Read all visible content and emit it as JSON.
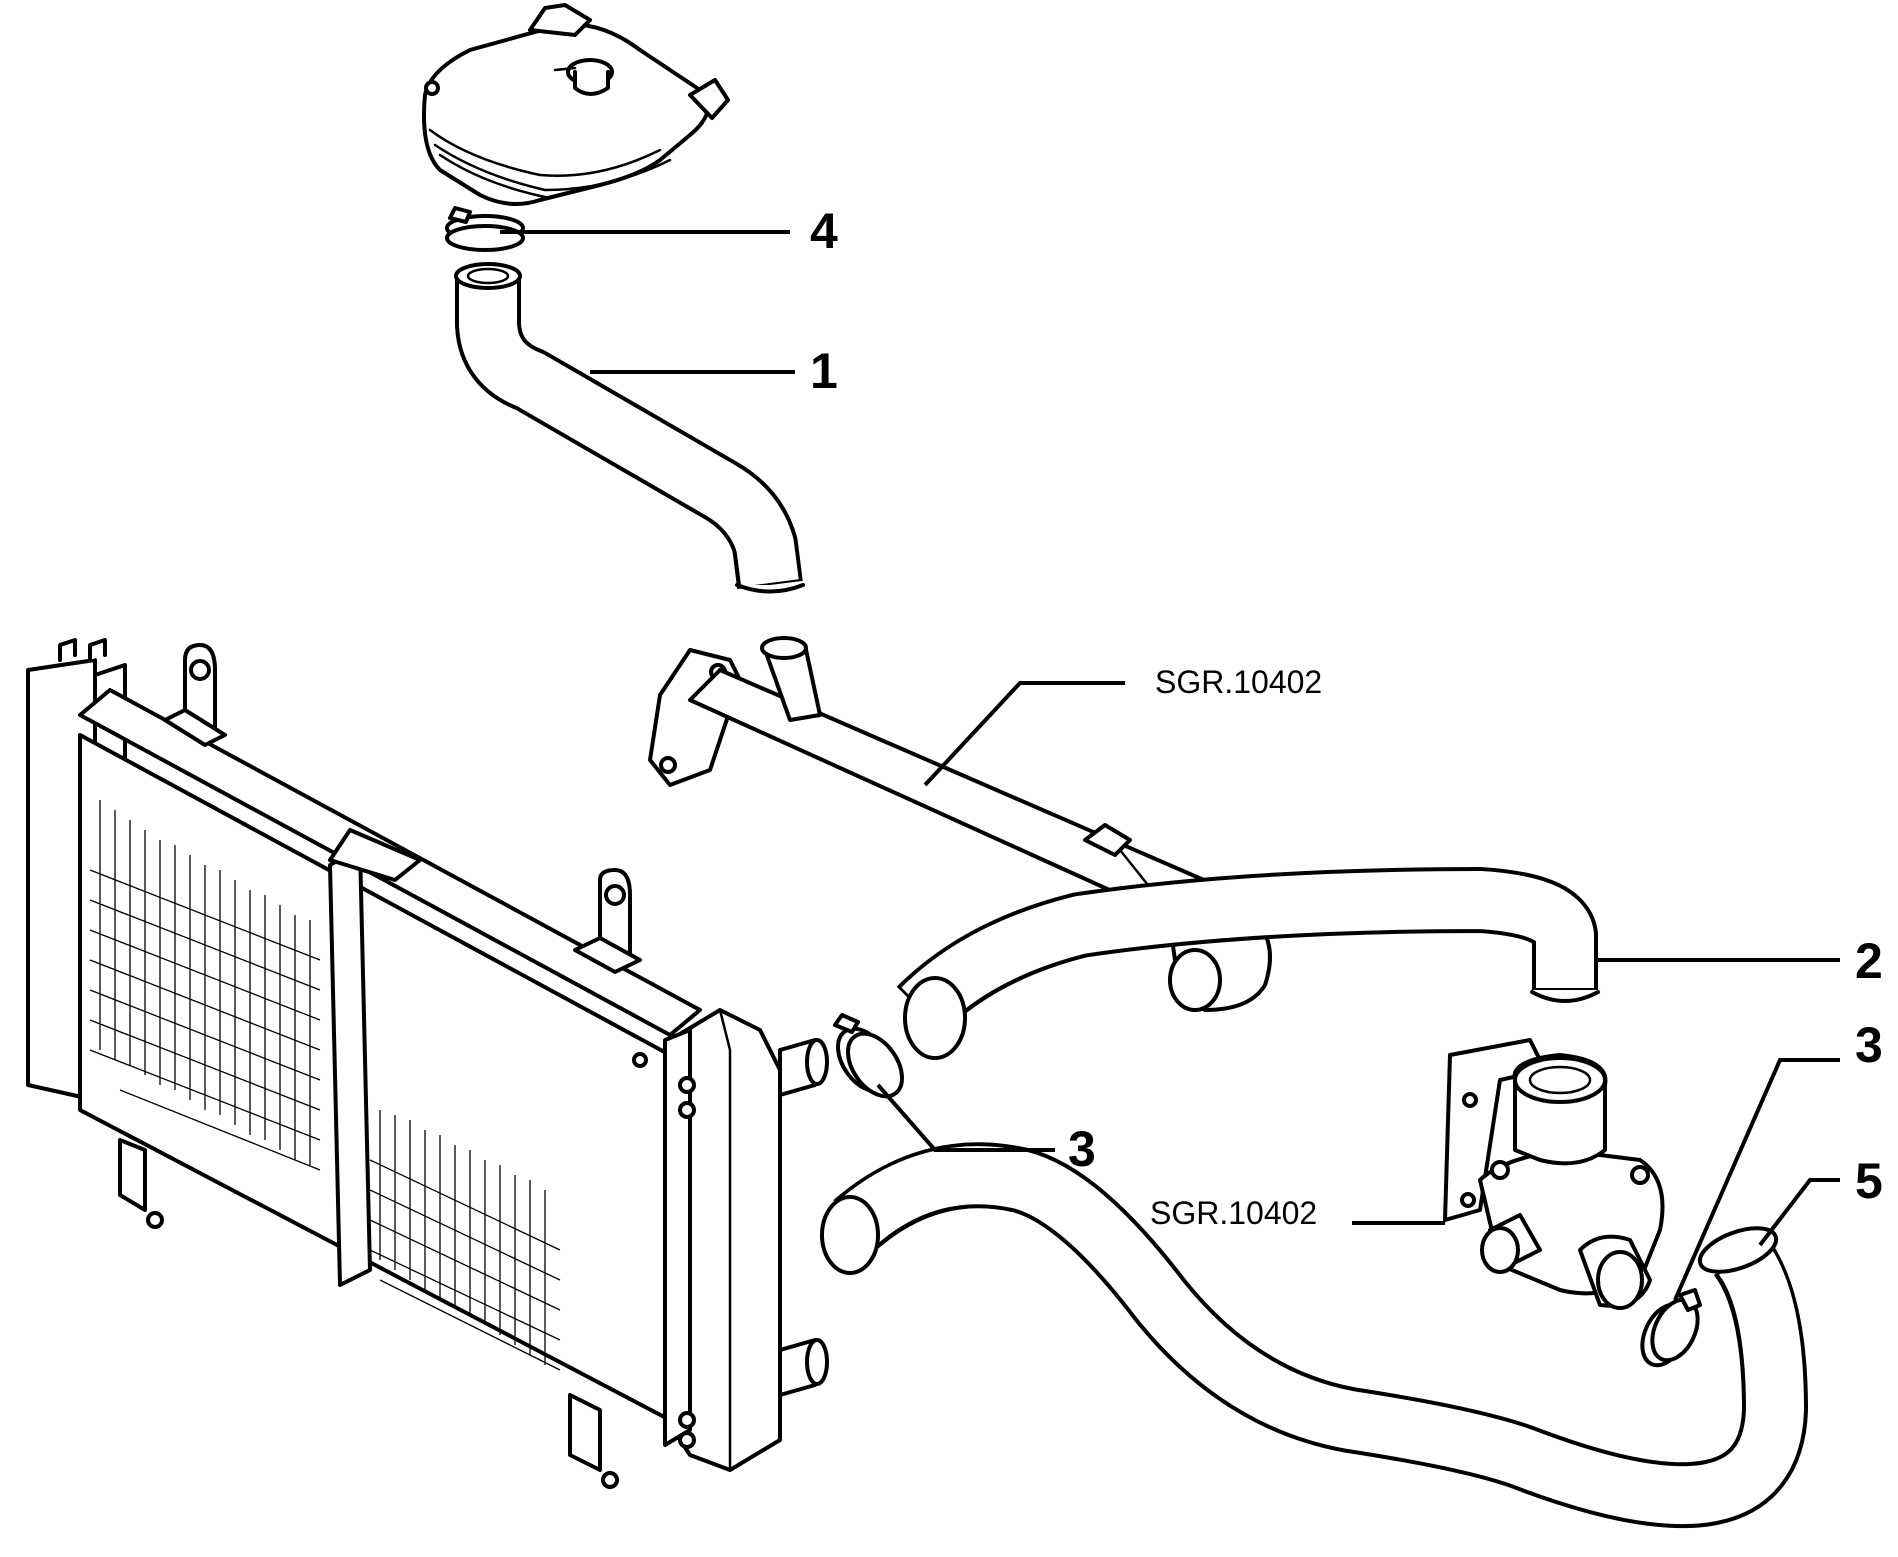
{
  "diagram": {
    "labels": {
      "part_1": "1",
      "part_2": "2",
      "part_3_left": "3",
      "part_3_right": "3",
      "part_4": "4",
      "part_5": "5",
      "ref_upper": "SGR.10402",
      "ref_lower": "SGR.10402"
    },
    "colors": {
      "line": "#000000",
      "background": "#ffffff"
    }
  }
}
